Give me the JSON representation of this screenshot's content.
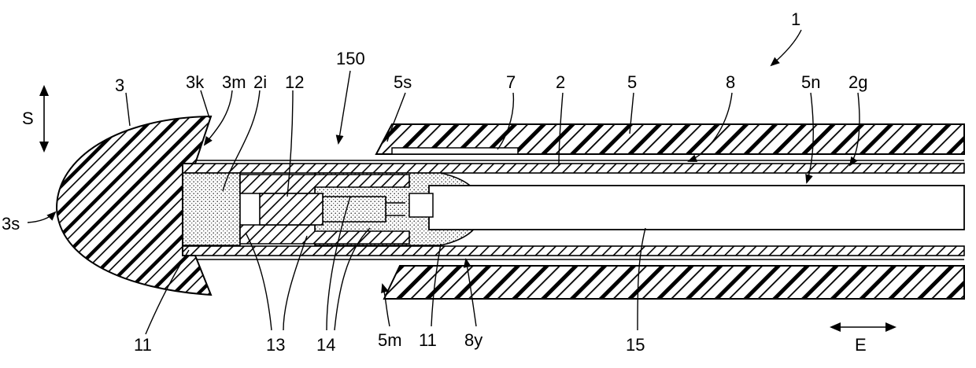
{
  "labels": {
    "l1": "1",
    "l150": "150",
    "l3": "3",
    "l3k": "3k",
    "l3m": "3m",
    "l2i": "2i",
    "l12": "12",
    "l5s": "5s",
    "l7": "7",
    "l2": "2",
    "l5": "5",
    "l8": "8",
    "l5n": "5n",
    "l2g": "2g",
    "lS": "S",
    "l3s": "3s",
    "l11a": "11",
    "l13": "13",
    "l14": "14",
    "l5m": "5m",
    "l11b": "11",
    "l8y": "8y",
    "l15": "15",
    "lE": "E"
  },
  "colors": {
    "ink": "#000000",
    "paper": "#ffffff",
    "stipple": "#e4e4e4"
  }
}
